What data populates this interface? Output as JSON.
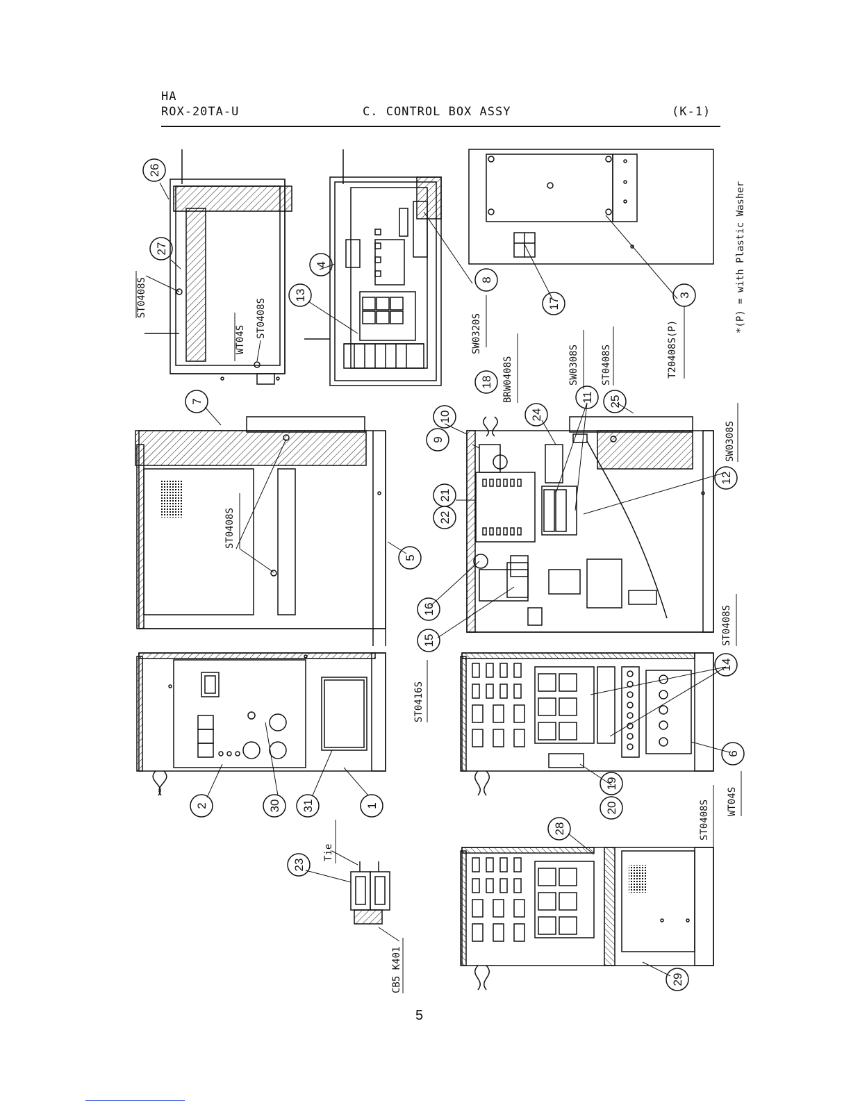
{
  "header": {
    "brand": "HA",
    "model": "ROX-20TA-U",
    "title": "C. CONTROL BOX ASSY",
    "code": "(K-1)"
  },
  "footer": {
    "page_number": "5"
  },
  "diagram": {
    "note": "*(P) = with Plastic Washer",
    "screw_labels": {
      "st0408s_a": "ST0408S",
      "wt04s_a": "WT04S",
      "st0408s_b": "ST0408S",
      "sw0320s": "SW0320S",
      "brw0408s": "BRW0408S",
      "sw0308s_a": "SW0308S",
      "st0408s_c": "ST0408S",
      "t20408sp": "T20408S(P)",
      "st0408s_d": "ST0408S",
      "sw0308s_b": "SW0308S",
      "st0416s": "ST0416S",
      "st0408s_e": "ST0408S",
      "st0408s_f": "ST0408S",
      "wt04s_b": "WT04S",
      "tie": "Tie",
      "cb5": "CB5 K401"
    },
    "callouts": [
      "1",
      "2",
      "3",
      "4",
      "5",
      "6",
      "7",
      "8",
      "9",
      "10",
      "11",
      "12",
      "13",
      "14",
      "15",
      "16",
      "17",
      "18",
      "19",
      "20",
      "21",
      "22",
      "23",
      "24",
      "25",
      "26",
      "27",
      "28",
      "29",
      "30",
      "31"
    ]
  }
}
